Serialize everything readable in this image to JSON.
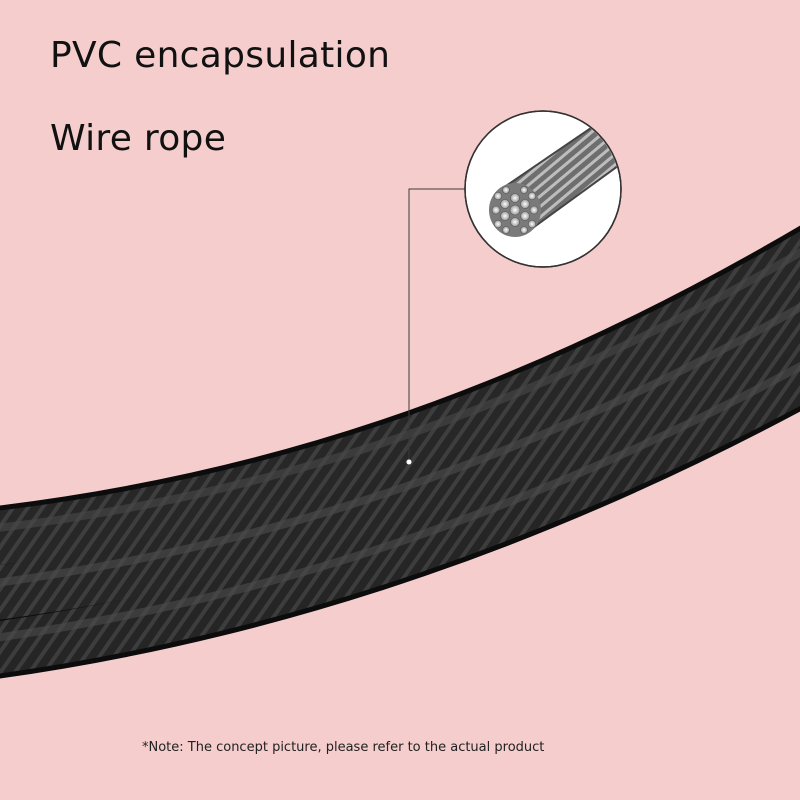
{
  "labels": {
    "pvc": "PVC encapsulation",
    "wire": "Wire rope"
  },
  "note": "*Note: The concept picture, please refer to the actual product",
  "colors": {
    "background": "#f4cdcc",
    "cable": "#1f1f1f",
    "leader_line": "#3a3a3a"
  }
}
